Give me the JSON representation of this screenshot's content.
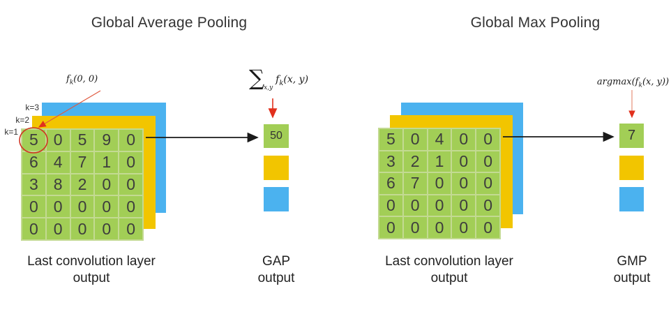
{
  "colors": {
    "green": "#a2ce56",
    "yellow": "#f2c500",
    "blue": "#4bb2ef",
    "red": "#e1301d",
    "grid_line": "#c3da92"
  },
  "gap": {
    "title": "Global Average Pooling",
    "k_labels": [
      "k=3",
      "k=2",
      "k=1"
    ],
    "grid": [
      [
        5,
        0,
        5,
        9,
        0
      ],
      [
        6,
        4,
        7,
        1,
        0
      ],
      [
        3,
        8,
        2,
        0,
        0
      ],
      [
        0,
        0,
        0,
        0,
        0
      ],
      [
        0,
        0,
        0,
        0,
        0
      ]
    ],
    "cell_annotation": {
      "f": "f",
      "sub": "k",
      "args": "(0, 0)"
    },
    "formula": {
      "sigma": "∑",
      "sigma_sub": "x,y",
      "f": "f",
      "f_sub": "k",
      "args": "(x, y)"
    },
    "output_value": "50",
    "conv_label_line1": "Last convolution layer",
    "conv_label_line2": "output",
    "output_label_line1": "GAP",
    "output_label_line2": "output"
  },
  "gmp": {
    "title": "Global Max Pooling",
    "grid": [
      [
        5,
        0,
        4,
        0,
        0
      ],
      [
        3,
        2,
        1,
        0,
        0
      ],
      [
        6,
        7,
        0,
        0,
        0
      ],
      [
        0,
        0,
        0,
        0,
        0
      ],
      [
        0,
        0,
        0,
        0,
        0
      ]
    ],
    "formula": {
      "prefix": "argmax(",
      "f": "f",
      "f_sub": "k",
      "args": "(x, y))"
    },
    "output_value": "7",
    "conv_label_line1": "Last convolution layer",
    "conv_label_line2": "output",
    "output_label_line1": "GMP",
    "output_label_line2": "output"
  }
}
